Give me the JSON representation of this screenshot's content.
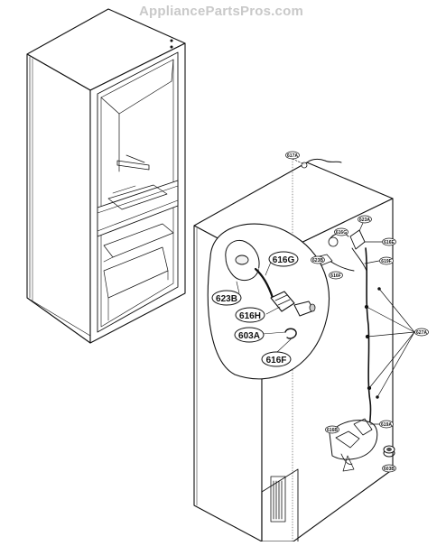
{
  "watermark": "AppliancePartsPros.com",
  "callouts_detail": {
    "616G": "616G",
    "623B": "623B",
    "616H": "616H",
    "603A": "603A",
    "616F": "616F"
  },
  "callouts_body": {
    "617A": "617A",
    "623A": "623A",
    "616G": "616G",
    "616E": "616E",
    "623B": "623B",
    "619F": "619F",
    "616F": "616F",
    "627A": "627A",
    "619A": "619A",
    "616B": "616B",
    "603B": "603B"
  }
}
